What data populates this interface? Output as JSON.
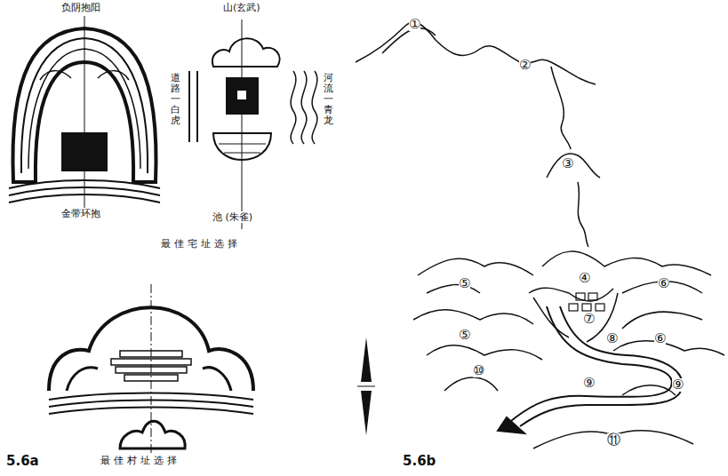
{
  "diagram": {
    "labels": [
      "负阴抱阳",
      "山(玄武)",
      "道路一白虎",
      "河流一青龙",
      "金带环抱",
      "池 (朱雀)",
      "最佳宅址选择",
      "最佳村址选择",
      "5.6a",
      "5.6b",
      "①",
      "②",
      "③",
      "④",
      "⑤",
      "⑥",
      "⑦",
      "⑤",
      "⑧",
      "⑥",
      "⑩",
      "⑨",
      "⑨",
      "⑪"
    ]
  }
}
